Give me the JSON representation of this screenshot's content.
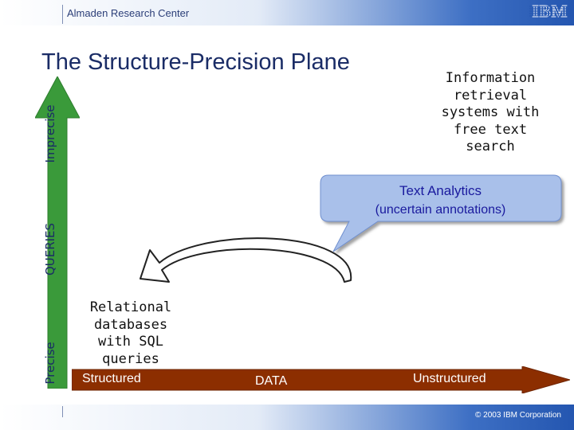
{
  "header": {
    "org": "Almaden Research Center",
    "logo": "IBM"
  },
  "title": "The Structure-Precision Plane",
  "queries_axis": {
    "top_label": "Imprecise",
    "middle_label": "QUERIES",
    "bottom_label": "Precise"
  },
  "ir_systems": {
    "lines": [
      "Information",
      "retrieval",
      "systems with",
      "free text",
      "search"
    ]
  },
  "callout": {
    "title": "Text Analytics",
    "subtitle": "(uncertain annotations)"
  },
  "relational": {
    "lines": [
      "Relational",
      "databases",
      "with SQL",
      "queries"
    ]
  },
  "data_axis": {
    "left_label": "Structured",
    "middle_label": "DATA",
    "right_label": "Unstructured"
  },
  "footer": {
    "copyright": "© 2003 IBM Corporation"
  },
  "colors": {
    "queries_arrow": "#3a9a3a",
    "data_arrow": "#8c2e00",
    "bubble_fill": "#a9c0ea",
    "title_text": "#1a2c66",
    "callout_text": "#1a1a9e"
  }
}
